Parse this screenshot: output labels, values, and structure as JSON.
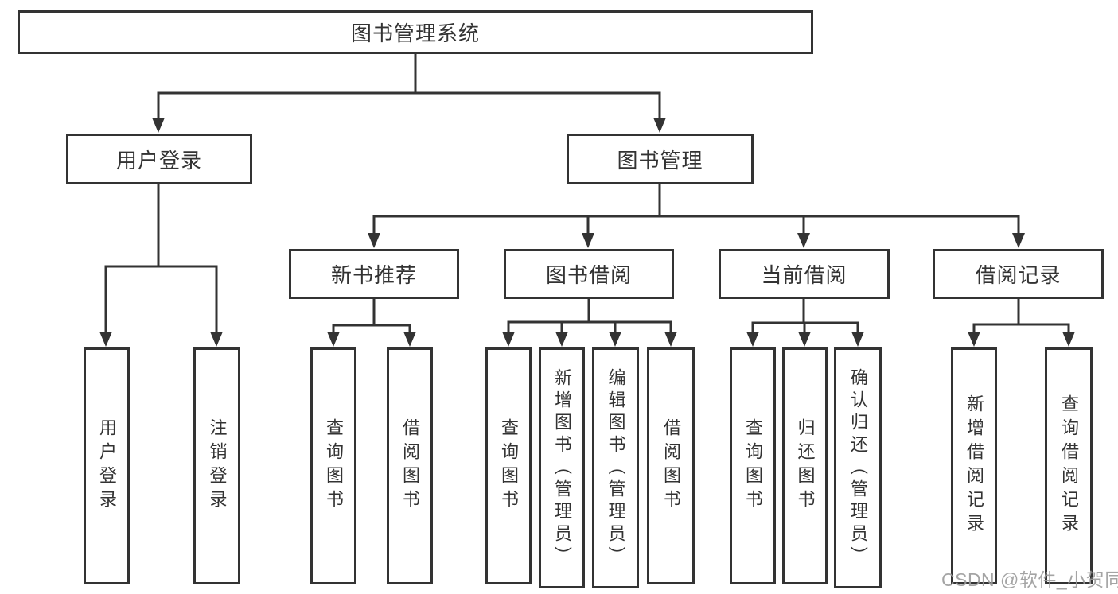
{
  "diagram": {
    "title": "图书管理系统",
    "nodes": {
      "root": {
        "label": "图书管理系统"
      },
      "user_login": {
        "label": "用户登录"
      },
      "book_management": {
        "label": "图书管理"
      },
      "leaf_user_login": {
        "label": "用户登录"
      },
      "leaf_logout": {
        "label": "注销登录"
      },
      "new_book_recommend": {
        "label": "新书推荐"
      },
      "book_borrow": {
        "label": "图书借阅"
      },
      "current_borrow": {
        "label": "当前借阅"
      },
      "borrow_records": {
        "label": "借阅记录"
      },
      "nbr_query_book": {
        "label": "查询图书"
      },
      "nbr_borrow_book": {
        "label": "借阅图书"
      },
      "bb_query_book": {
        "label": "查询图书"
      },
      "bb_add_book_admin": {
        "label": "新增图书（管理员）"
      },
      "bb_edit_book_admin": {
        "label": "编辑图书（管理员）"
      },
      "bb_borrow_book": {
        "label": "借阅图书"
      },
      "cb_query_book": {
        "label": "查询图书"
      },
      "cb_return_book": {
        "label": "归还图书"
      },
      "cb_confirm_return_admin": {
        "label": "确认归还（管理员）"
      },
      "br_add_record": {
        "label": "新增借阅记录"
      },
      "br_query_record": {
        "label": "查询借阅记录"
      }
    }
  },
  "watermark": "CSDN @软件_小贺同学",
  "colors": {
    "line": "#333333",
    "text": "#333333",
    "box_background": "#ffffff",
    "watermark": "#9a9a9a"
  }
}
